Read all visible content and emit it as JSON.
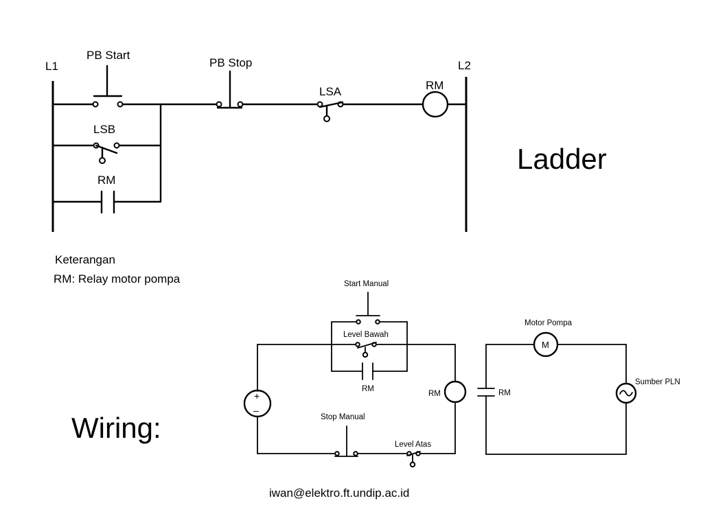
{
  "ladder": {
    "title": "Ladder",
    "l1": "L1",
    "l2": "L2",
    "pb_start": "PB Start",
    "pb_stop": "PB Stop",
    "lsa": "LSA",
    "lsb": "LSB",
    "rm_contact": "RM",
    "rm_coil": "RM"
  },
  "legend": {
    "heading": "Keterangan",
    "line": "RM: Relay  motor pompa"
  },
  "wiring": {
    "title": "Wiring:",
    "start_manual": "Start Manual",
    "level_bawah": "Level Bawah",
    "rm_contact": "RM",
    "rm_coil": "RM",
    "stop_manual": "Stop Manual",
    "level_atas": "Level Atas",
    "source_plus": "+",
    "source_minus": "–",
    "motor_pompa": "Motor Pompa",
    "motor_symbol": "M",
    "rm_contact_2": "RM",
    "sumber_pln": "Sumber PLN"
  },
  "footer": {
    "email": "iwan@elektro.ft.undip.ac.id"
  }
}
